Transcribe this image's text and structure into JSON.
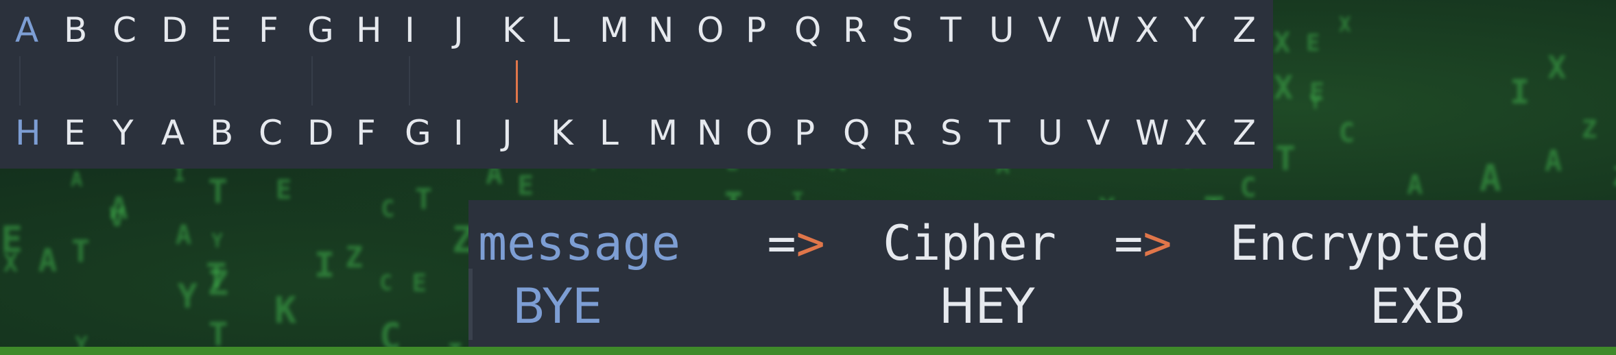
{
  "alphabet": {
    "plain": [
      "A",
      "B",
      "C",
      "D",
      "E",
      "F",
      "G",
      "H",
      "I",
      "J",
      "K",
      "L",
      "M",
      "N",
      "O",
      "P",
      "Q",
      "R",
      "S",
      "T",
      "U",
      "V",
      "W",
      "X",
      "Y",
      "Z"
    ],
    "cipher": [
      "H",
      "E",
      "Y",
      "A",
      "B",
      "C",
      "D",
      "F",
      "G",
      "I",
      "J",
      "K",
      "L",
      "M",
      "N",
      "O",
      "P",
      "Q",
      "R",
      "S",
      "T",
      "U",
      "V",
      "W",
      "X",
      "Z"
    ]
  },
  "flow": {
    "message_label": "message",
    "arrow_eq": "=",
    "arrow_gt": ">",
    "cipher_label": "Cipher",
    "encrypted_label": "Encrypted"
  },
  "example": {
    "message": "BYE",
    "key": "HEY",
    "encrypted": "EXB"
  },
  "colors": {
    "panel_bg": "#2b313c",
    "accent_blue": "#7d9ed4",
    "accent_orange": "#e0764a",
    "text": "#e6e9ee",
    "matrix_green": "#3fae4b"
  }
}
